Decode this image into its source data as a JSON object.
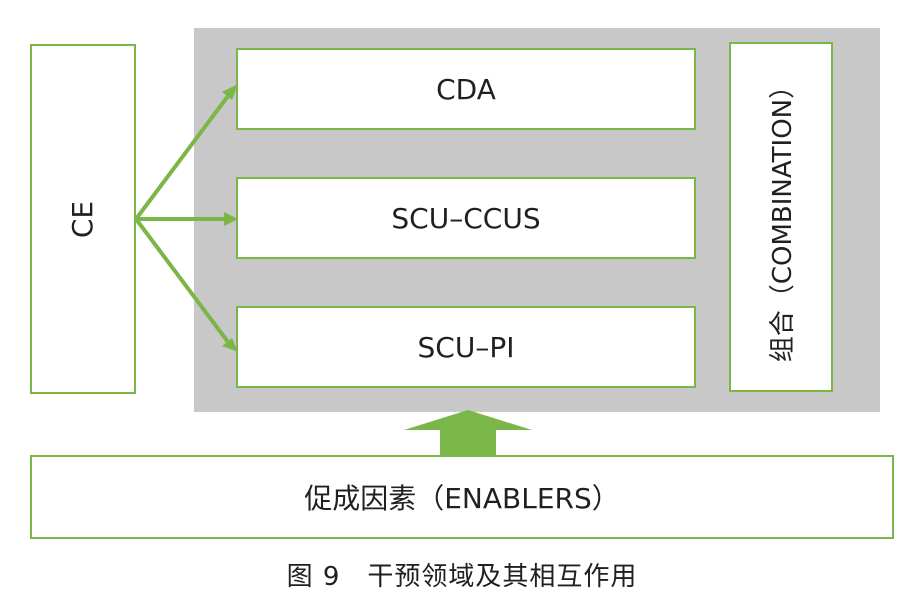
{
  "diagram": {
    "ce_label": "CE",
    "cda_label": "CDA",
    "ccus_label": "SCU–CCUS",
    "pi_label": "SCU–PI",
    "combination_label": "组合（COMBINATION）",
    "enablers_label": "促成因素（ENABLERS）",
    "caption": "图 9　干预领域及其相互作用"
  },
  "colors": {
    "green": "#7ab648",
    "gray_panel": "#c8c8c8"
  }
}
